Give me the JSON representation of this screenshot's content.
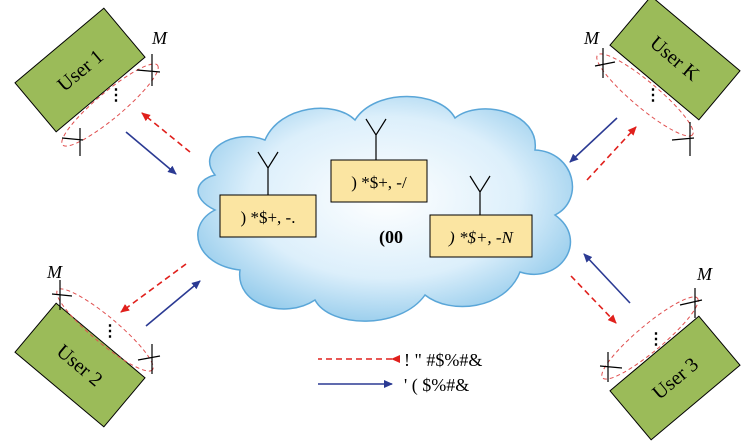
{
  "users": [
    {
      "label": "User 1",
      "antenna_label": "M"
    },
    {
      "label": "User K",
      "antenna_label": "M"
    },
    {
      "label": "User 2",
      "antenna_label": "M"
    },
    {
      "label": "User 3",
      "antenna_label": "M"
    }
  ],
  "relays": [
    {
      "label": ") *$+, -."
    },
    {
      "label": ") *$+, -/"
    },
    {
      "label": ") *$+, -N"
    }
  ],
  "cloud_label": "(00",
  "legend": {
    "dashed_label": "! \" #$%#&",
    "solid_label": "' ( $%#&"
  },
  "colors": {
    "user_fill": "#9bbb59",
    "relay_fill": "#fbe5a2",
    "dashed_arrow": "#e0201c",
    "solid_arrow": "#2b3a93",
    "ellipse": "#e05050"
  }
}
